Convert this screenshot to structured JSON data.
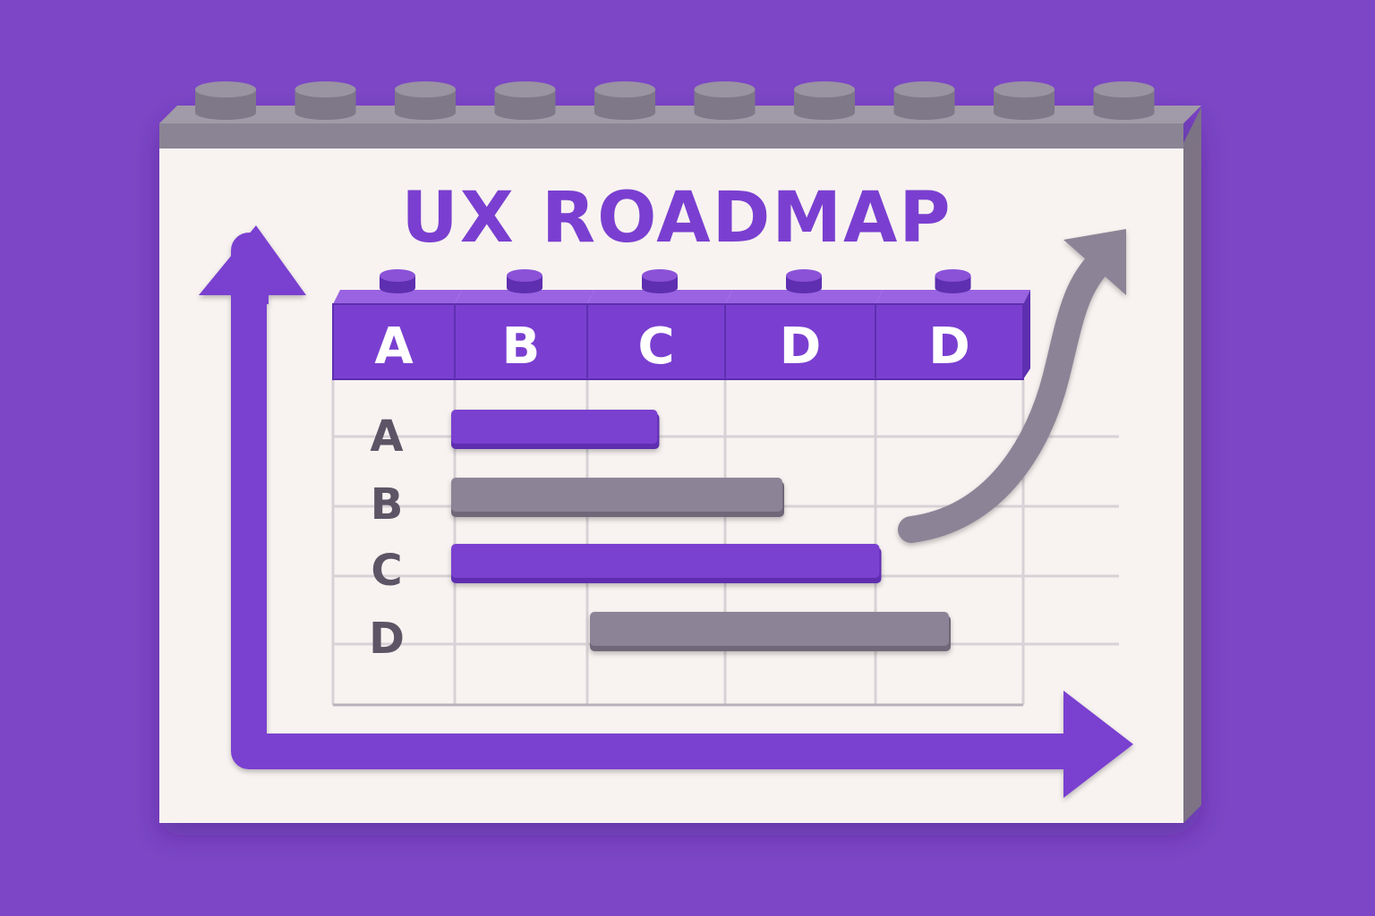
{
  "title": "UX ROADMAP",
  "columns": [
    "A",
    "B",
    "C",
    "D",
    "D"
  ],
  "rows": [
    {
      "label": "A",
      "start": 0,
      "end": 1.5,
      "color": "purple"
    },
    {
      "label": "B",
      "start": 0,
      "end": 2.4,
      "color": "gray"
    },
    {
      "label": "C",
      "start": 0,
      "end": 3.1,
      "color": "purple"
    },
    {
      "label": "D",
      "start": 1,
      "end": 3.6,
      "color": "gray"
    }
  ],
  "colors": {
    "background": "#7c46c6",
    "board": "#f8f3f1",
    "purple": "#7a3fd0",
    "purple_dark": "#5e2fb0",
    "gray": "#8c8496",
    "gray_dark": "#6f6878",
    "grid": "#d8d2d6",
    "header_text": "#ffffff",
    "row_text": "#5d5566"
  }
}
